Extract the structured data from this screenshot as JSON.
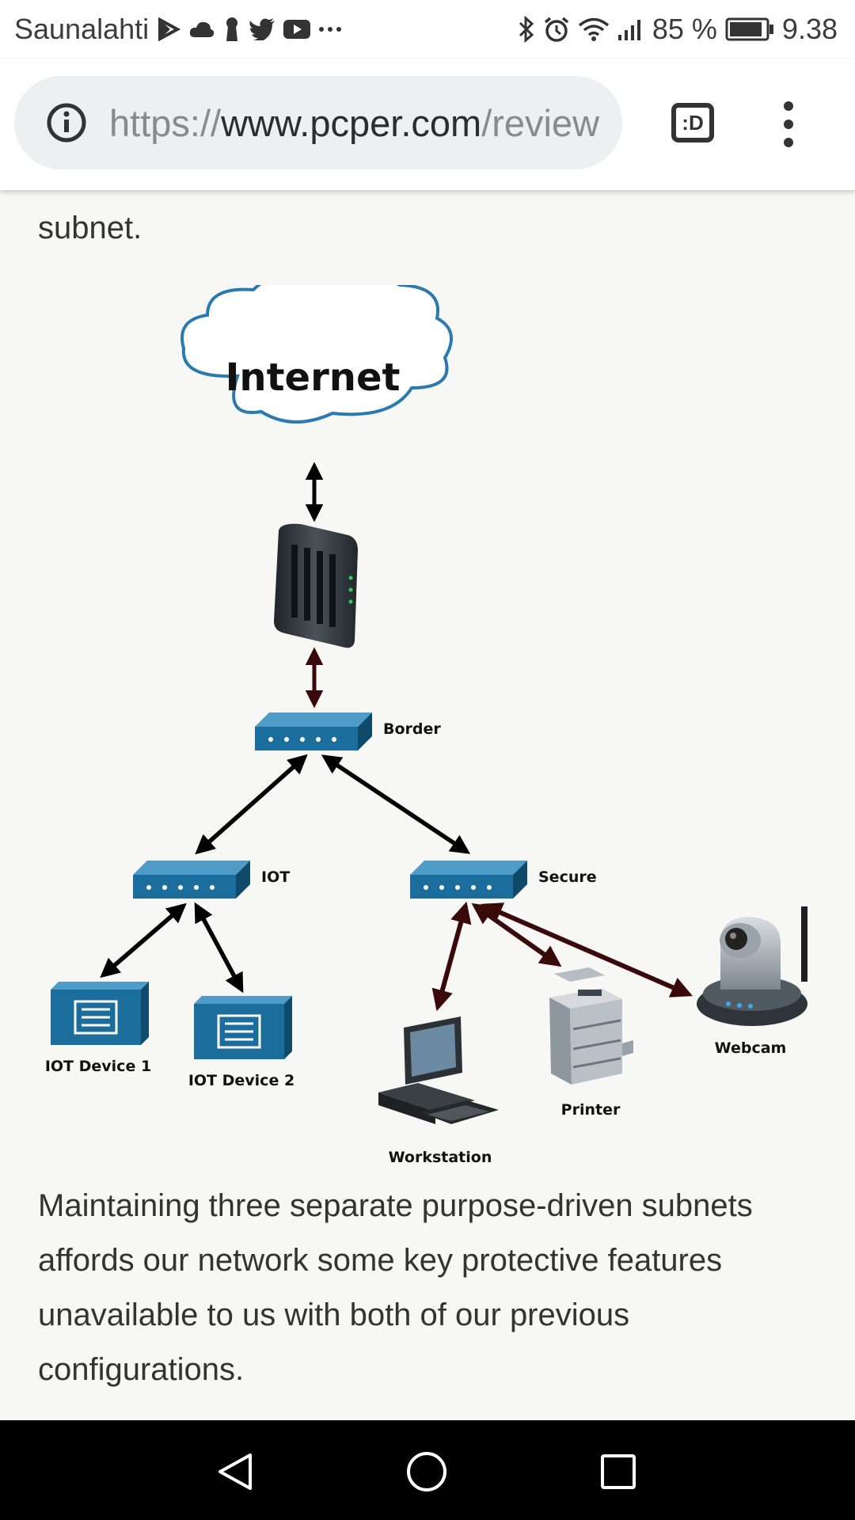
{
  "status_bar": {
    "carrier": "Saunalahti",
    "battery_percent": "85 %",
    "time": "9.38"
  },
  "browser": {
    "url_scheme": "https://",
    "url_host": "www.pcper.com",
    "url_path": "/review",
    "tab_switcher_label": ":D"
  },
  "article": {
    "intro_fragment": "subnet.",
    "paragraph": "Maintaining three separate purpose-driven subnets affords our network some key protective features unavailable to us with both of our previous configurations."
  },
  "diagram": {
    "internet_label": "Internet",
    "border_label": "Border",
    "iot_label": "IOT",
    "secure_label": "Secure",
    "iot_device_1_label": "IOT Device 1",
    "iot_device_2_label": "IOT Device 2",
    "workstation_label": "Workstation",
    "printer_label": "Printer",
    "webcam_label": "Webcam",
    "colors": {
      "switch_blue": "#1b6e9c",
      "cloud_outline": "#2a7ab0",
      "arrow_dark": "#3a0a0a"
    }
  }
}
